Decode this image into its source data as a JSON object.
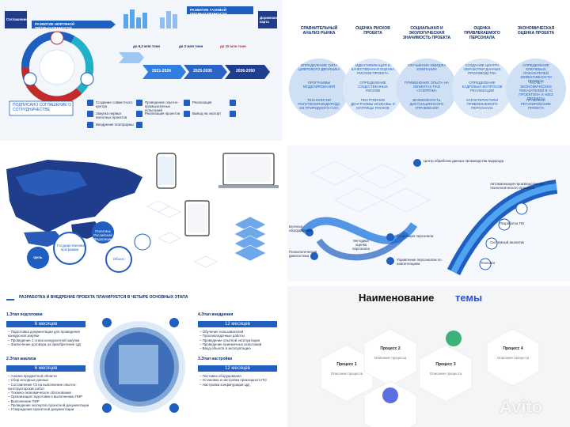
{
  "slide1": {
    "left_box_title": "Соглашение",
    "left_ribbon": "РАЗВИТИЕ НЕФТЯНОЙ ПРОМЫШЛЕННОСТИ",
    "right_ribbon": "РАЗВИТИЕ ГАЗОВОЙ ПРОМЫШЛЕННОСТИ",
    "right_box_title": "Дорожная карта",
    "volumes": [
      "до 6,2 млн тонн",
      "до 2 млн тонн",
      "до 15 млн тонн"
    ],
    "periods": [
      "2021-2024",
      "2025-2035",
      "2036-2050"
    ],
    "signed_text": "ПОДПИСАНО СОГЛАШЕНИЕ О СОТРУДНИЧЕСТВЕ",
    "bullets_col1": [
      "Создание совместного центра",
      "Закупка первых пилотных проектов",
      "Внедрение платформы"
    ],
    "bullets_col2": [
      "Проведение опытно-промышленных испытаний",
      "Реализация проектов"
    ],
    "bullets_col3": [
      "Реализация",
      "Вывод на экспорт"
    ]
  },
  "slide2": {
    "headers": [
      "СРАВНИТЕЛЬНЫЙ АНАЛИЗ РЫНКА",
      "ОЦЕНКА РИСКОВ ПРОЕКТА",
      "СОЦИАЛЬНАЯ И ЭКОЛОГИЧЕСКАЯ ЗНАЧИМОСТЬ ПРОЕКТА",
      "ОЦЕНКА ПРИВЛЕКАЕМОГО ПЕРСОНАЛА",
      "ЭКОНОМИЧЕСКАЯ ОЦЕНКА ПРОЕКТА"
    ],
    "col1": [
      "ОПРЕДЕЛЕНИЕ ТИПА ЦИФРОВОГО ДВОЙНИКА",
      "ПРОГРАММЫ МОДЕЛИРОВАНИЯ",
      "ТЕХНОЛОГИИ ПОЛУЧЕНИЯ ВОДОРОДА ИЗ ПРИРОДНОГО ГАЗА"
    ],
    "col2": [
      "ИДЕНТИФИКАЦИЯ И КАЧЕСТВЕННАЯ ОЦЕНКА РИСКОВ ПРОЕКТА",
      "ОПРЕДЕЛЕНИЕ СУЩЕСТВЕННЫХ РИСКОВ",
      "ПОСТРОЕНИЕ ДИАГРАММЫ ИСИКАВЫ И МАТРИЦЫ РИСКОВ"
    ],
    "col3": [
      "УЛУЧШЕНИЕ ИМИДЖА КОМПАНИИ",
      "ПРИМЕНЕНИЕ ОПЫТА НА ОБЪЕКТАХ ПАО «ГАЗПРОМ»",
      "ВОЗМОЖНОСТЬ ДИСТАНЦИОННОГО УПРАВЛЕНИЯ"
    ],
    "col4": [
      "СОЗДАНИЕ ЦЕНТРА ОБРАБОТКИ ДАННЫХ ПРОИЗВОДСТВА",
      "ОПРЕДЕЛЕНИЕ КАДРОВЫХ ВОПРОСОВ РЕАЛИЗАЦИИ",
      "ХАРАКТЕРИСТИКИ ПРИВЛЕКАЕМОГО ПЕРСОНАЛА"
    ],
    "col5": [
      "ОПРЕДЕЛЕНИЕ КЛЮЧЕВЫХ ПОКАЗАТЕЛЕЙ ЭФФЕКТИВНОСТИ ПРОЕКТА",
      "РАСЧЕТ ЭКОНОМИЧЕСКИХ ПОКАЗАТЕЛЕЙ В «С ПРОЕКТОМ» И «БЕЗ ПРОЕКТА»",
      "ПРАВОВОЕ РЕГУЛИРОВАНИЕ ПРОЕКТА"
    ]
  },
  "slide3": {
    "labels": [
      "Цель",
      "Государственная программа",
      "Политика Российской Федерации",
      "Объект"
    ]
  },
  "slide4": {
    "top_label": "Центр обработки данных производства водорода",
    "right_labels": [
      "Автоматизация производственно-технологического процесса",
      "Разработка ПО",
      "Системный аналитик",
      "Технолог"
    ],
    "left_labels": [
      "Блочное оборудование",
      "Психологическая диагностика"
    ],
    "bottom_labels": [
      "Аттестация персонала",
      "Управление персоналом по компетенциям"
    ],
    "center_label": "Методика оценки персонала"
  },
  "slide5": {
    "title": "РАЗРАБОТКА И ВНЕДРЕНИЕ ПРОЕКТА ПЛАНИРУЕТСЯ В ЧЕТЫРЕ ОСНОВНЫХ ЭТАПА",
    "stage1": {
      "title": "1.Этап подготовки",
      "duration": "6 месяцев",
      "items": [
        "Подготовка документации для проведения конкурсной закупки",
        "Проведение 1 этапа конкурентной закупки",
        "Заключение договора на приобретение ЦД"
      ]
    },
    "stage2": {
      "title": "2.Этап анализа",
      "duration": "6 месяцев",
      "items": [
        "Анализ предметной области",
        "Сбор исходных данных",
        "Составление ТЗ на выполнение опытно-конструкторских работ",
        "Технико-экономическое обоснование",
        "Организация подготовки к выполнению ПИР",
        "Выполнение ПИР",
        "Проведение экспертиз проектной документации",
        "Утверждение проектной документации"
      ]
    },
    "stage3": {
      "title": "3.Этап настройки",
      "duration": "12 месяцев",
      "items": [
        "Поставка оборудования",
        "Установка и настройка прикладного ПО",
        "Настройка конфигурации ЦД"
      ]
    },
    "stage4": {
      "title": "4.Этап внедрения",
      "duration": "12 месяцев",
      "items": [
        "Обучение пользователей",
        "Пусконаладочные работы",
        "Проведение опытной эксплуатации",
        "Проведение приемочных испытаний",
        "Ввод объекта в эксплуатацию"
      ]
    }
  },
  "slide6": {
    "title_part1": "Наименование",
    "title_part2": "темы",
    "processes": [
      {
        "label": "Процесс 1",
        "desc": "Описание процесса"
      },
      {
        "label": "Процесс 2",
        "desc": "Описание процесса"
      },
      {
        "label": "Процесс 3",
        "desc": "Описание процесса"
      },
      {
        "label": "Процесс 4",
        "desc": "Описание процесса"
      }
    ],
    "watermark": "Avito"
  }
}
